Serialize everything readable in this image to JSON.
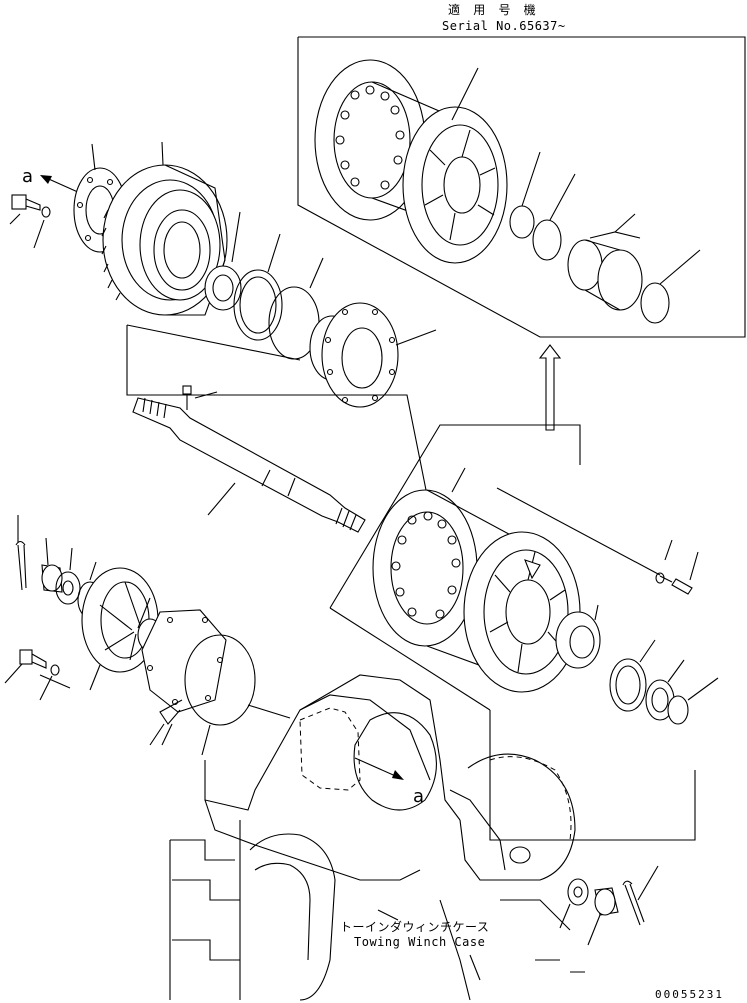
{
  "serial_note": {
    "applicable_ja": "適 用 号 機",
    "serial": "Serial No.65637~"
  },
  "case_label": {
    "ja": "トーインダウィンチケース",
    "en": "Towing Winch Case"
  },
  "ref_markers": [
    "a",
    "a"
  ],
  "drawing_number": "00055231"
}
